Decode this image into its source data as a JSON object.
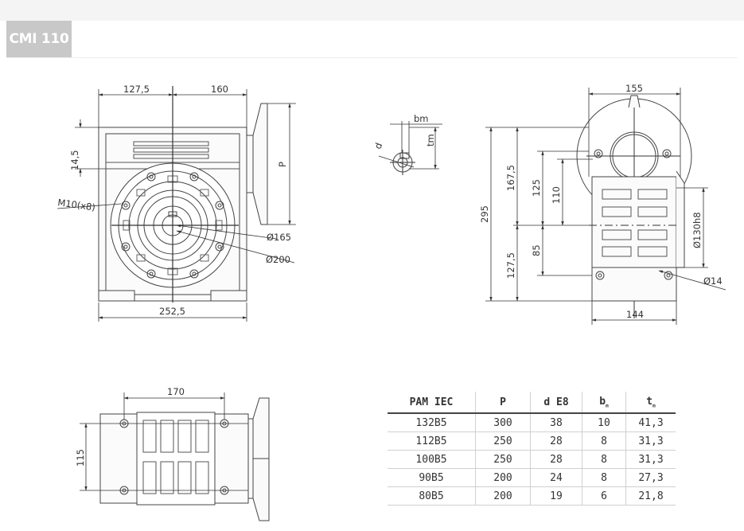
{
  "badge": {
    "model": "CMI 110"
  },
  "front_view": {
    "dim_left": "127,5",
    "dim_right": "160",
    "dim_bottom": "252,5",
    "dim_height": "14,5",
    "label_p": "P",
    "label_bolts": "M10(x8)",
    "label_d165": "Ø165",
    "label_d200": "Ø200"
  },
  "keyway_detail": {
    "label_bm": "bm",
    "label_tm": "tm",
    "label_d": "d"
  },
  "side_view": {
    "dim_top": "155",
    "dim_bottom": "144",
    "dim_total": "295",
    "dim_upper": "167,5",
    "dim_lower": "127,5",
    "dim_125": "125",
    "dim_110": "110",
    "dim_85": "85",
    "label_d130h8": "Ø130h8",
    "label_d14": "Ø14"
  },
  "bottom_view": {
    "dim_width": "170",
    "dim_height": "115"
  },
  "table": {
    "headers": [
      "PAM IEC",
      "P",
      "d E8",
      "b",
      "t"
    ],
    "header_subs": [
      "",
      "",
      "",
      "m",
      "m"
    ],
    "rows": [
      [
        "132B5",
        "300",
        "38",
        "10",
        "41,3"
      ],
      [
        "112B5",
        "250",
        "28",
        "8",
        "31,3"
      ],
      [
        "100B5",
        "250",
        "28",
        "8",
        "31,3"
      ],
      [
        "90B5",
        "200",
        "24",
        "8",
        "27,3"
      ],
      [
        "80B5",
        "200",
        "19",
        "6",
        "21,8"
      ]
    ]
  }
}
